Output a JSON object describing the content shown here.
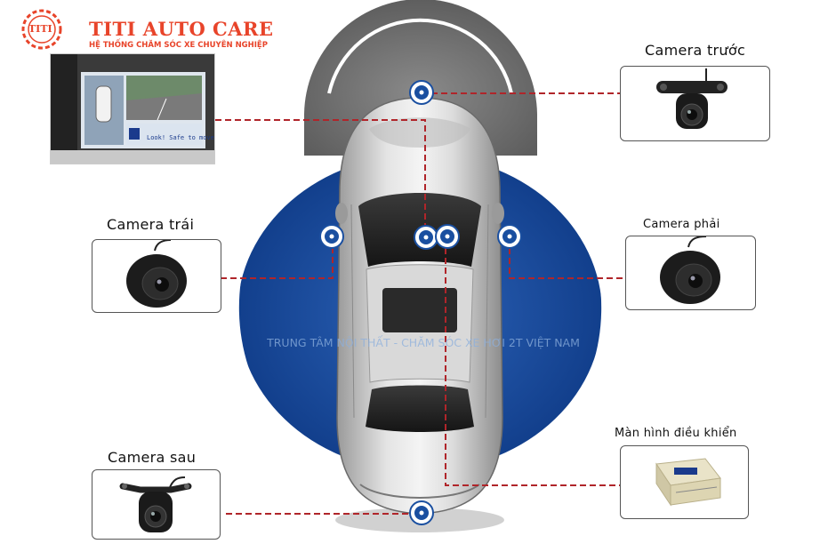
{
  "brand": {
    "name": "TITI AUTO CARE",
    "tagline": "HỆ THỐNG CHĂM SÓC XE CHUYÊN NGHIỆP",
    "logo_text": "TITI",
    "color": "#e8442a"
  },
  "labels": {
    "camera_front": "Camera trước",
    "camera_left": "Camera trái",
    "camera_right": "Camera phải",
    "camera_rear": "Camera sau",
    "control_screen": "Màn hình điều khiển"
  },
  "screen": {
    "message": "Look! Safe to move?"
  },
  "watermark": "TRUNG TÂM NỘI THẤT - CHĂM SÓC XE HƠI 2T VIỆT NAM",
  "colors": {
    "blue_zone": "#1a4fa0",
    "gray_zone": "#6e6e6e",
    "connector": "#b0252a",
    "marker": "#1a4fa0"
  }
}
